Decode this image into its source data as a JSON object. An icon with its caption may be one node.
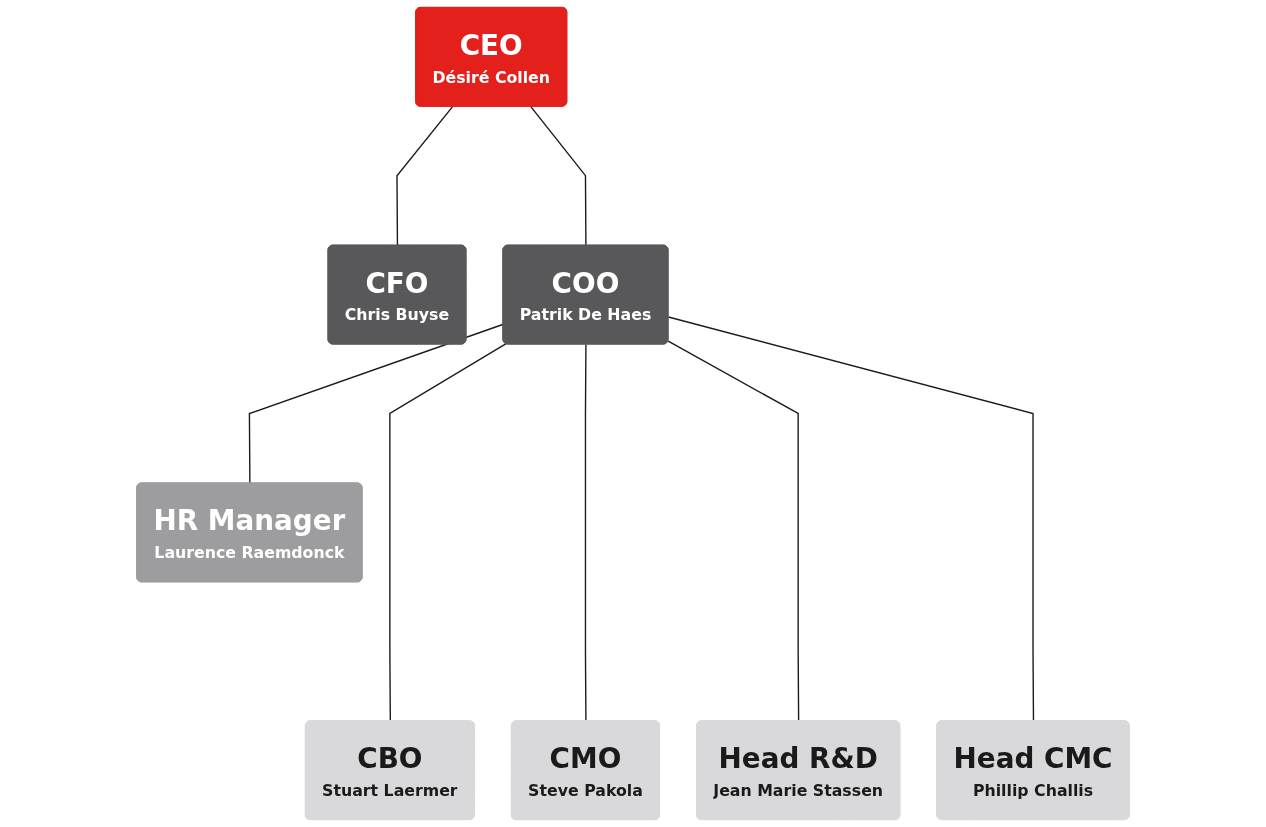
{
  "diagram": {
    "nodes": [
      {
        "text": [
          "CEO",
          "Désiré Collen"
        ]
      },
      {
        "text": [
          "CFO",
          "Chris Buyse"
        ]
      },
      {
        "text": [
          "COO",
          "Patrik De Haes"
        ]
      },
      {
        "text": [
          "HR Manager",
          "Laurence Raemdonck"
        ]
      },
      {
        "text": [
          "CBO",
          "Stuart Laermer"
        ]
      },
      {
        "text": [
          "CMO",
          "Steve Pakola"
        ]
      },
      {
        "text": [
          "Head R&D",
          "Jean Marie Stassen"
        ]
      },
      {
        "text": [
          "Head CMC",
          "Phillip Challis"
        ]
      }
    ],
    "edges": [
      {
        "from": 0,
        "to": 1,
        "arrow": "none"
      },
      {
        "from": 0,
        "to": 2,
        "arrow": "none"
      },
      {
        "from": 2,
        "to": 3,
        "arrow": "none"
      },
      {
        "from": 2,
        "to": 4,
        "arrow": "none"
      },
      {
        "from": 2,
        "to": 5,
        "arrow": "none"
      },
      {
        "from": 2,
        "to": 6,
        "arrow": "none"
      },
      {
        "from": 2,
        "to": 7,
        "arrow": "none"
      }
    ]
  }
}
